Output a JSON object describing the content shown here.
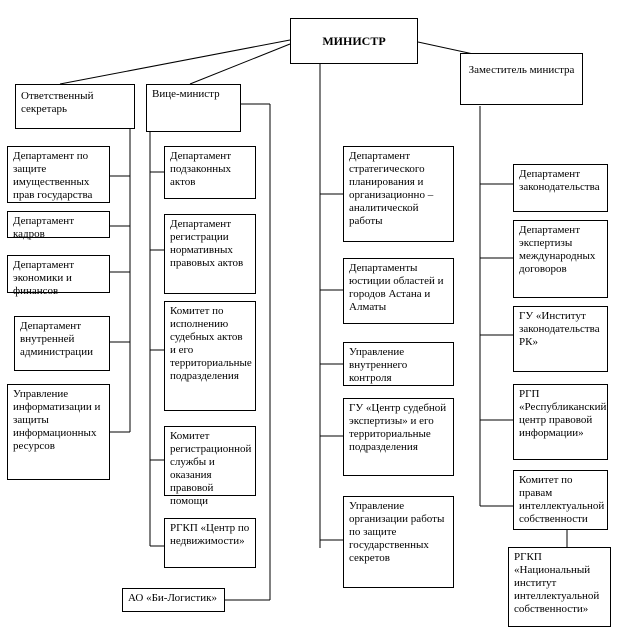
{
  "minister": "МИНИСТР",
  "left": {
    "secretary": "Ответственный секретарь",
    "items": [
      "Департамент по защите имущественных прав государства",
      "Департамент кадров",
      "Департамент экономики и финансов",
      "Департамент внутренней администрации",
      "Управление информатизации и защиты информационных ресурсов"
    ]
  },
  "vice": {
    "head": "Вице-министр",
    "items": [
      "Департамент подзаконных актов",
      "Департамент регистрации нормативных правовых актов",
      "Комитет по исполнению судебных актов и его территориальные подразделения",
      "Комитет регистрационной службы и оказания правовой помощи",
      "РГКП «Центр по недвижимости»"
    ],
    "bottom": "АО «Би-Логистик»"
  },
  "center": {
    "items": [
      "Департамент стратегического планирования и организационно – аналитической работы",
      "Департаменты юстиции областей и городов Астана и Алматы",
      "Управление внутреннего контроля",
      "ГУ «Центр судебной экспертизы» и его территориальные подразделения",
      "Управление организации работы по защите государственных секретов"
    ]
  },
  "deputy": {
    "head": "Заместитель министра",
    "items": [
      "Департамент законодательства",
      "Департамент экспертизы международных договоров",
      "ГУ «Институт законодательства РК»",
      "РГП «Республиканский центр правовой информации»",
      "Комитет по правам интеллектуальной собственности",
      "РГКП «Национальный институт интеллектуальной собственности»"
    ]
  }
}
